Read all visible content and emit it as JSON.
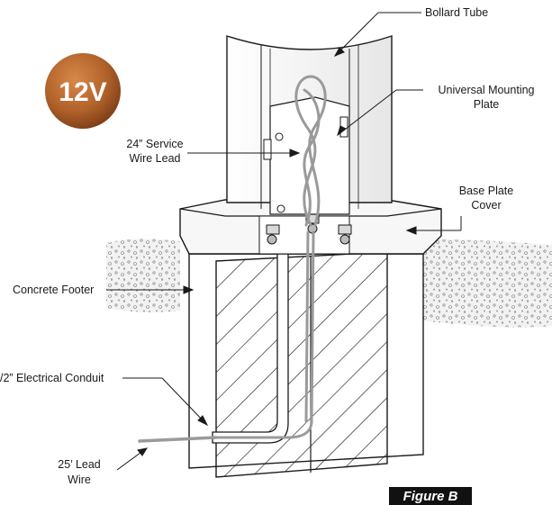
{
  "badge": {
    "text": "12V",
    "color": "#b0622a"
  },
  "labels": {
    "bollard_tube": "Bollard Tube",
    "mounting_plate_1": "Universal Mounting",
    "mounting_plate_2": "Plate",
    "service_lead_1": "24” Service",
    "service_lead_2": "Wire Lead",
    "base_cover_1": "Base Plate",
    "base_cover_2": "Cover",
    "concrete_footer": "Concrete Footer",
    "conduit": "/2” Electrical Conduit",
    "lead_wire_1": "25’ Lead",
    "lead_wire_2": "Wire"
  },
  "figure_label": "Figure B",
  "colors": {
    "line": "#1a1a1a",
    "wire": "#9a9a9a",
    "gravel": "#ececec",
    "tube": "#f4f4f4",
    "figure_bg": "#111111"
  }
}
